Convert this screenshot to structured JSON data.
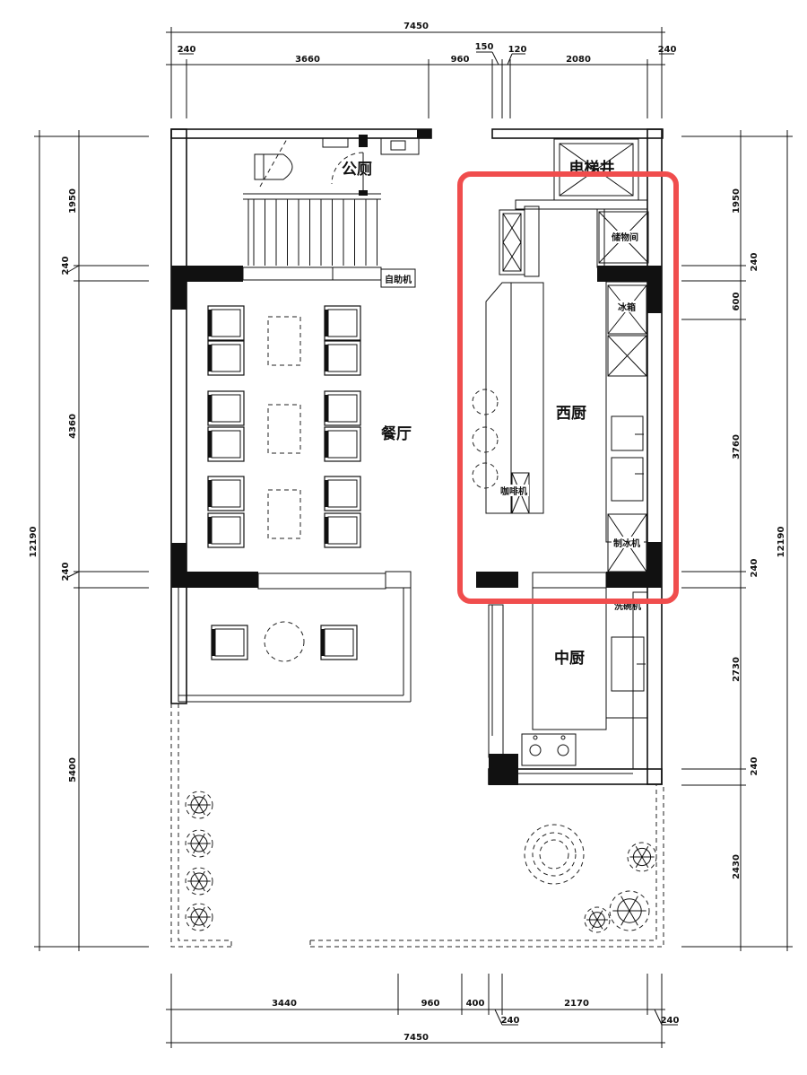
{
  "rooms": {
    "toilet": "公厕",
    "elevator": "电梯井",
    "storage": "储物间",
    "dining": "餐厅",
    "western_kitchen": "西厨",
    "chinese_kitchen": "中厨"
  },
  "equipment": {
    "vending": "自助机",
    "fridge": "冰箱",
    "coffee": "咖啡机",
    "ice": "制冰机",
    "dishwasher": "洗碗机"
  },
  "dimensions": {
    "top_total": "7450",
    "top_segments": [
      "240",
      "3660",
      "960",
      "150",
      "120",
      "2080",
      "240"
    ],
    "bottom_total": "7450",
    "bottom_segments": [
      "3440",
      "960",
      "400",
      "240",
      "2170",
      "240"
    ],
    "left_total": "12190",
    "left_segments": [
      "1950",
      "240",
      "4360",
      "240",
      "5400"
    ],
    "right_total": "12190",
    "right_segments": [
      "1950",
      "240",
      "600",
      "3760",
      "240",
      "2730",
      "240",
      "2430"
    ]
  },
  "highlight": {
    "color": "#f04d4d",
    "label": "西厨"
  }
}
